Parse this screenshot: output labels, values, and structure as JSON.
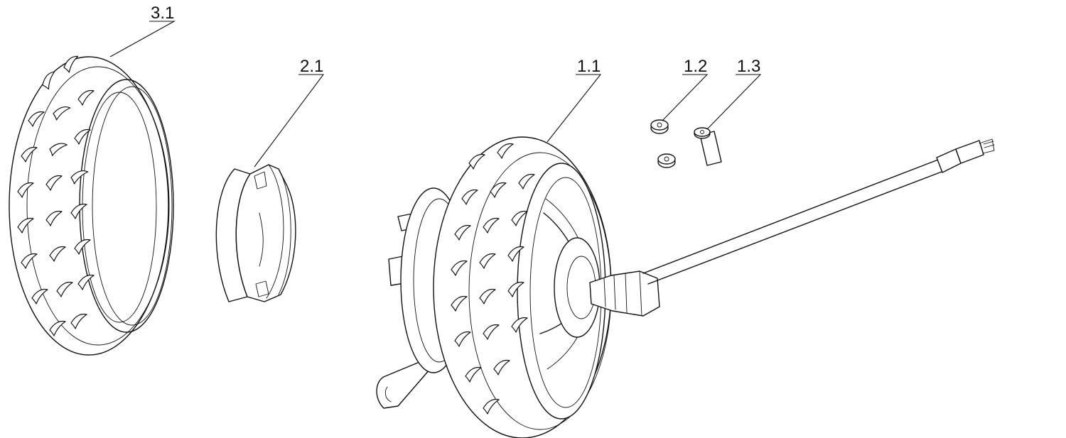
{
  "callouts": {
    "tire": "3.1",
    "brake_shoe": "2.1",
    "hub_motor_wheel": "1.1",
    "nut": "1.2",
    "bolt": "1.3"
  }
}
